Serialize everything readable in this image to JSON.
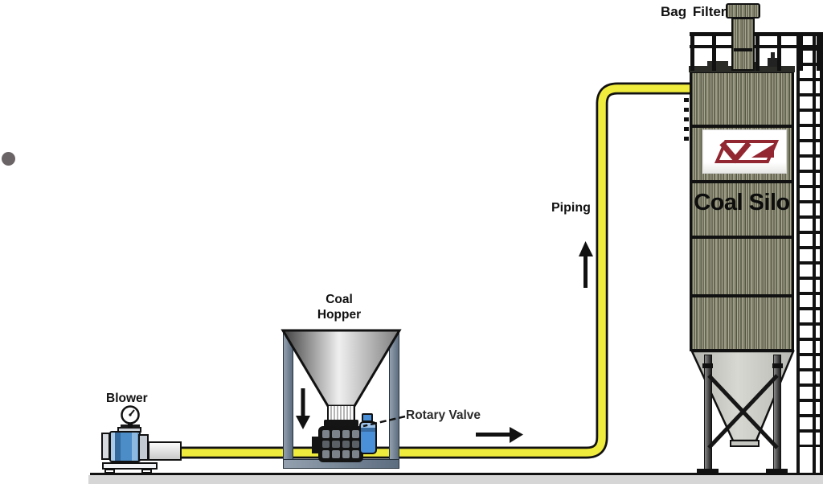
{
  "diagram": {
    "components": {
      "blower": {
        "label": "Blower"
      },
      "coal_hopper": {
        "label_line1": "Coal",
        "label_line2": "Hopper"
      },
      "rotary_valve": {
        "label": "Rotary Valve"
      },
      "piping": {
        "label": "Piping"
      },
      "coal_silo": {
        "label": "Coal Silo"
      },
      "bag_filter": {
        "label_word1": "Bag",
        "label_word2": "Filter"
      }
    },
    "icons": {
      "flow_right_arrow": "arrow-right",
      "flow_up_arrow": "arrow-up",
      "feed_down_arrow": "arrow-down",
      "pressure_gauge": "gauge",
      "silo_logo": "va-logo"
    },
    "colors": {
      "pipe_yellow": "#f0ec3d",
      "silo_texture": "#8e8e74",
      "hopper_frame_slate": "#6e7e90",
      "valve_motor_blue": "#4a90d9",
      "blower_motor_blue": "#4c8cc7",
      "logo_red": "#932731",
      "ground_gray": "#d6d6d6",
      "outline_black": "#111111"
    }
  }
}
